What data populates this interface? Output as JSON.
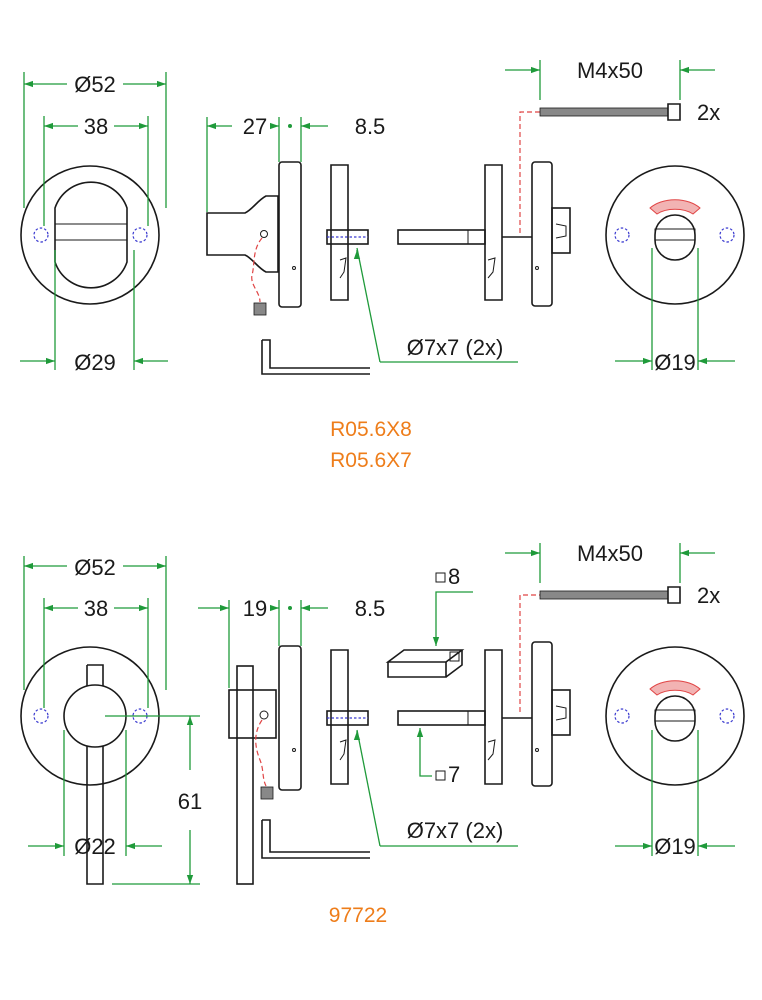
{
  "colors": {
    "dimension": "#1f9a3a",
    "outline": "#1a1a1a",
    "code": "#ee7d1a",
    "indicator": "#e04545",
    "hole": "#3b3bd0"
  },
  "top": {
    "dia_outer": "Ø52",
    "hole_spacing": "38",
    "dia_inner": "Ø29",
    "depth_a": "27",
    "depth_b": "8.5",
    "screw": "M4x50",
    "screw_qty": "2x",
    "spindle": "Ø7x7 (2x)",
    "dia_indicator": "Ø19",
    "codes": [
      "R05.6X8",
      "R05.6X7"
    ]
  },
  "bottom": {
    "dia_outer": "Ø52",
    "hole_spacing": "38",
    "dia_inner": "Ø22",
    "lever_length": "61",
    "depth_a": "19",
    "depth_b": "8.5",
    "screw": "M4x50",
    "screw_qty": "2x",
    "square_a": "8",
    "square_b": "7",
    "spindle": "Ø7x7 (2x)",
    "dia_indicator": "Ø19",
    "code": "97722"
  }
}
